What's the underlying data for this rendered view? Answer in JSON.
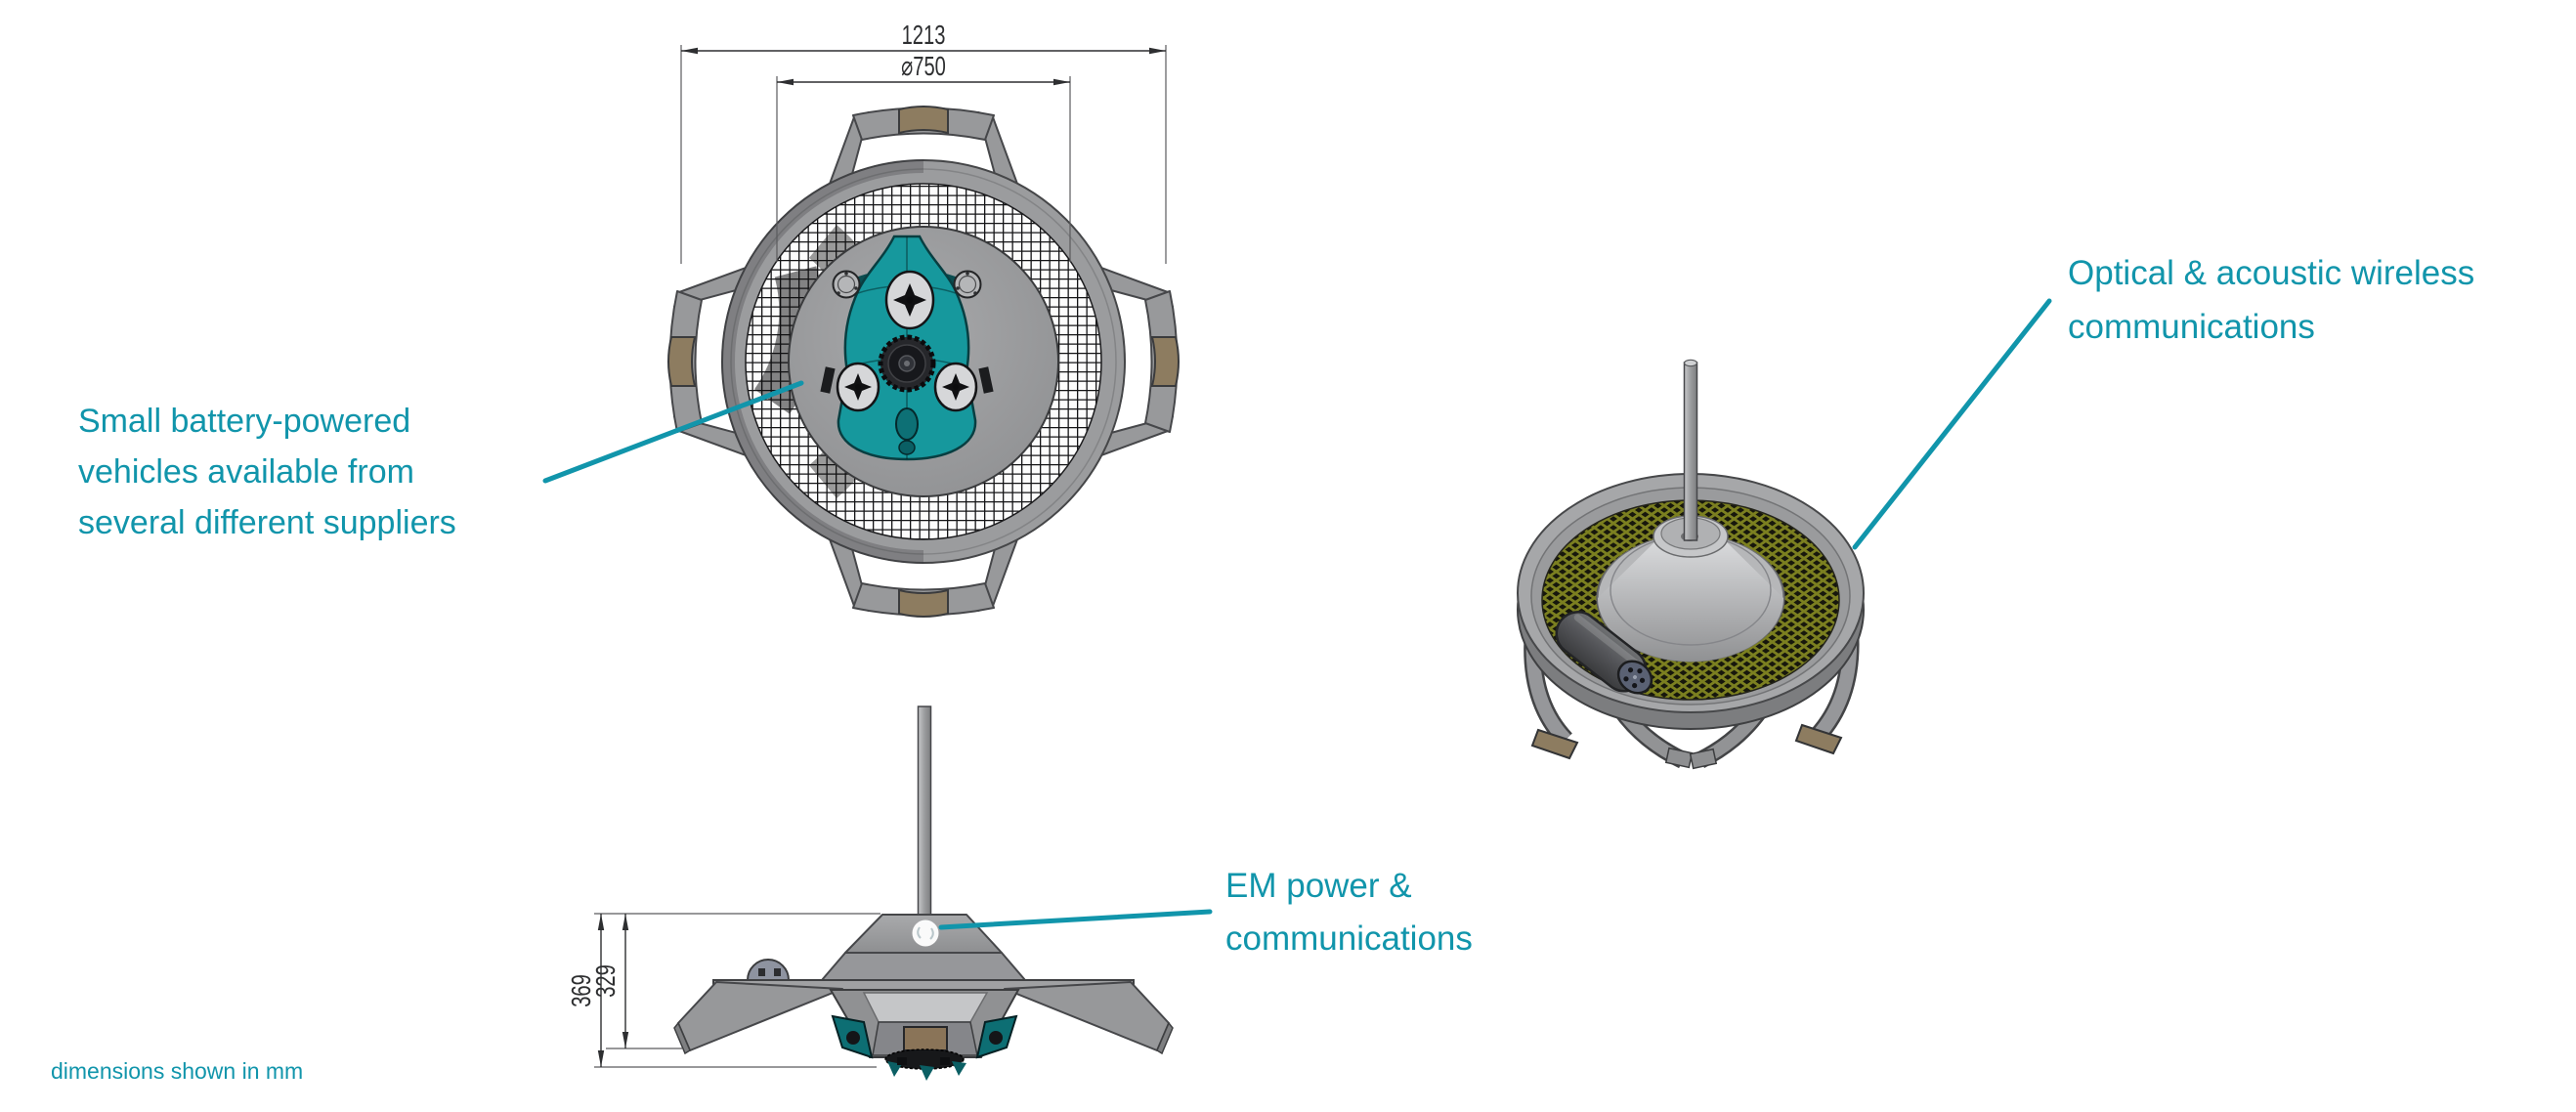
{
  "colors": {
    "accent_teal": "#1195ab",
    "cad_line": "#2e2f31",
    "body_gray": "#98999b",
    "pad_tan": "#8d7c60",
    "mesh_olive": "#7b7f20",
    "vehicle_teal": "#16989d",
    "box_brown": "#8a7458"
  },
  "annotations": {
    "vehicles": {
      "line1": "Small battery-powered",
      "line2": "vehicles available from",
      "line3": "several different suppliers"
    },
    "optical": {
      "line1": "Optical & acoustic wireless",
      "line2": "communications"
    },
    "em": {
      "line1": "EM power &",
      "line2": "communications"
    },
    "footnote": "dimensions shown in mm"
  },
  "dimensions": {
    "overall_width": "1213",
    "platform_diameter": "⌀750",
    "overall_height": "369",
    "inner_height": "329"
  }
}
